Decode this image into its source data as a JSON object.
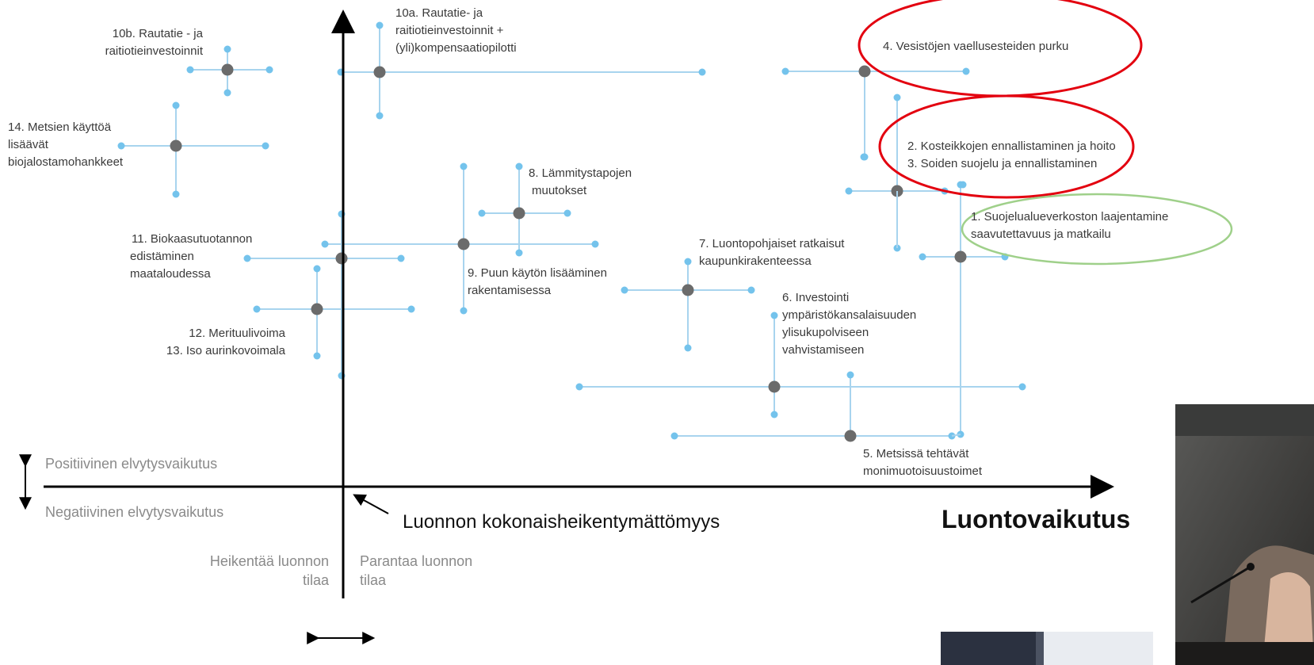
{
  "labels": {
    "p10b": [
      "10b. Rautatie - ja",
      "raitiotieinvestoinnit"
    ],
    "p10a": [
      "10a. Rautatie- ja",
      "raitiotieinvestoinnit  +",
      "(yli)kompensaatiopilotti"
    ],
    "p4": [
      "4. Vesistöjen vaellusesteiden purku"
    ],
    "p14": [
      "14. Metsien käyttöä",
      "lisäävät",
      "biojalostamohankkeet"
    ],
    "p2_3": [
      "2. Kosteikkojen ennallistaminen ja hoito",
      "3. Soiden suojelu ja ennallistaminen"
    ],
    "p8": [
      "8. Lämmitystapojen",
      "muutokset"
    ],
    "p1": [
      "1. Suojelualueverkoston laajentamine",
      "saavutettavuus ja matkailu"
    ],
    "p11": [
      "11. Biokaasutuotannon",
      "edistäminen",
      "maataloudessa"
    ],
    "p7": [
      "7. Luontopohjaiset ratkaisut",
      "kaupunkirakenteessa"
    ],
    "p9": [
      "9. Puun käytön lisääminen",
      "rakentamisessa"
    ],
    "p6": [
      "6. Investointi",
      "ympäristökansalaisuuden",
      "ylisukupolviseen",
      "vahvistamiseen"
    ],
    "p12_13": [
      "12. Merituulivoima",
      "13. Iso  aurinkovoimala"
    ],
    "p5": [
      "5. Metsissä tehtävät",
      "monimuotoisuustoimet"
    ]
  },
  "axes": {
    "positive": "Positiivinen elvytysvaikutus",
    "negative": "Negatiivinen elvytysvaikutus",
    "neutral": "Luonnon kokonaisheikentymättömyys",
    "x_title": "Luontovaikutus",
    "weakens": [
      "Heikentää luonnon",
      "tilaa"
    ],
    "improves": [
      "Parantaa luonnon",
      "tilaa"
    ]
  },
  "colors": {
    "whisker": "#a8d4ee",
    "dot": "#74c3ec",
    "center": "#6b6b6b",
    "axis": "#000000",
    "highlight_red": "#e3000f",
    "highlight_green": "#9fd08a"
  }
}
